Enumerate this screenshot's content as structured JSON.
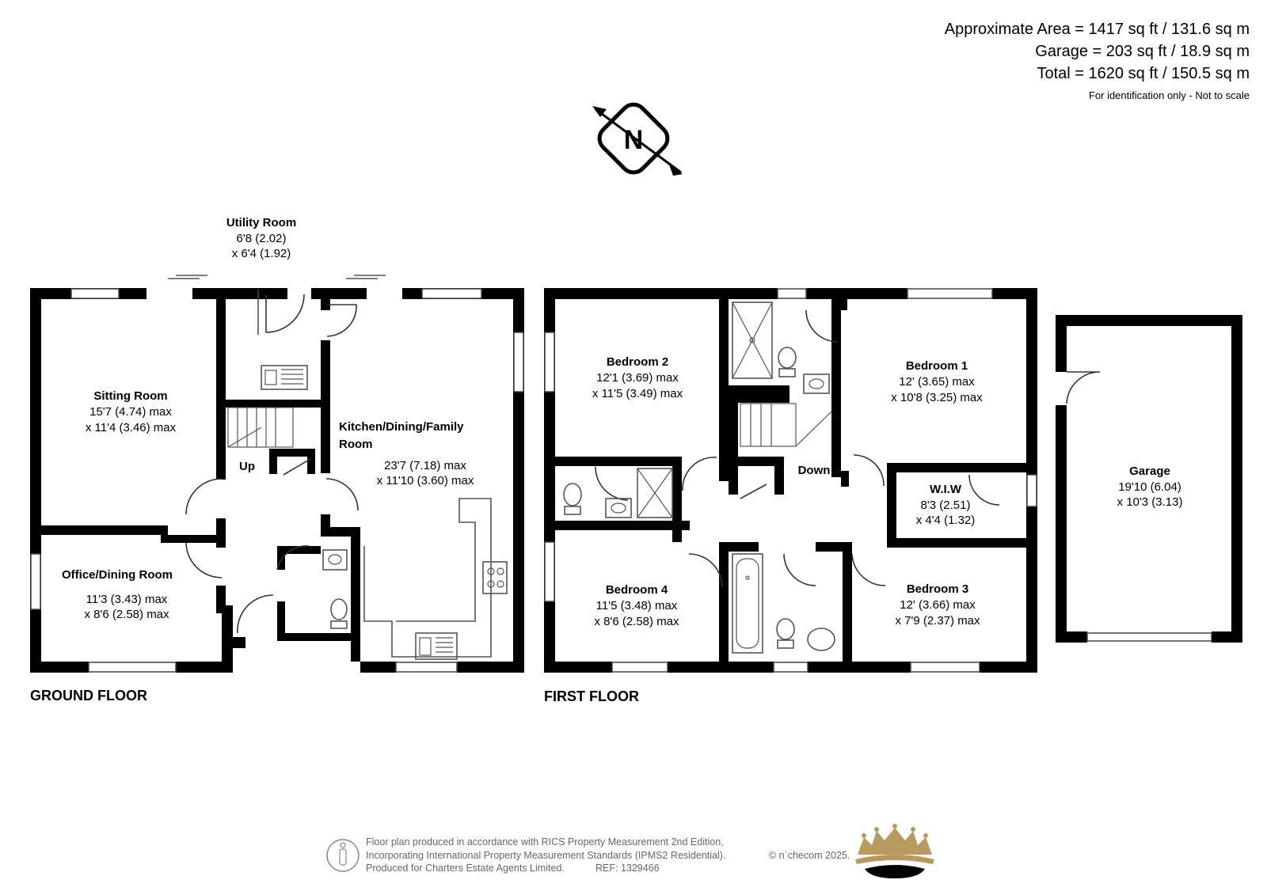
{
  "areas": {
    "approximate": "Approximate Area = 1417 sq ft / 131.6 sq m",
    "garage": "Garage = 203 sq ft / 18.9 sq m",
    "total": "Total = 1620 sq ft / 150.5 sq m",
    "note": "For identification only - Not to scale"
  },
  "compass": {
    "letter": "N",
    "icon": "north-arrow-icon"
  },
  "floors": {
    "ground": "GROUND FLOOR",
    "first": "FIRST FLOOR"
  },
  "rooms": {
    "utility": {
      "name": "Utility Room",
      "dim1": "6'8 (2.02)",
      "dim2": "x 6'4 (1.92)"
    },
    "sitting": {
      "name": "Sitting Room",
      "dim1": "15'7 (4.74) max",
      "dim2": "x 11'4 (3.46) max"
    },
    "kitchen": {
      "name1": "Kitchen/Dining/Family",
      "name2": "Room",
      "dim1": "23'7 (7.18) max",
      "dim2": "x 11'10 (3.60) max"
    },
    "office": {
      "name": "Office/Dining Room",
      "dim1": "11'3 (3.43) max",
      "dim2": "x 8'6 (2.58) max"
    },
    "bedroom2": {
      "name": "Bedroom 2",
      "dim1": "12'1 (3.69) max",
      "dim2": "x 11'5 (3.49) max"
    },
    "bedroom1": {
      "name": "Bedroom 1",
      "dim1": "12' (3.65) max",
      "dim2": "x 10'8 (3.25) max"
    },
    "wiw": {
      "name": "W.I.W",
      "dim1": "8'3 (2.51)",
      "dim2": "x 4'4 (1.32)"
    },
    "bedroom4": {
      "name": "Bedroom 4",
      "dim1": "11'5 (3.48) max",
      "dim2": "x 8'6 (2.58) max"
    },
    "bedroom3": {
      "name": "Bedroom 3",
      "dim1": "12' (3.66) max",
      "dim2": "x 7'9 (2.37) max"
    },
    "garage": {
      "name": "Garage",
      "dim1": "19'10 (6.04)",
      "dim2": "x 10'3 (3.13)"
    }
  },
  "stairs": {
    "up": "Up",
    "down": "Down"
  },
  "footer": {
    "line1": "Floor plan produced in accordance with RICS Property Measurement 2nd Edition,",
    "line2": "Incorporating International Property Measurement Standards (IPMS2 Residential).",
    "copyright": "© nʿchecom 2025.",
    "line3": "Produced for Charters Estate Agents Limited.",
    "ref": "REF: 1329466"
  },
  "logo": {
    "icon": "crown-logo-icon"
  },
  "colors": {
    "walls": "#000000",
    "footer_text": "#666666",
    "crown_gold": "#b99a5e"
  }
}
